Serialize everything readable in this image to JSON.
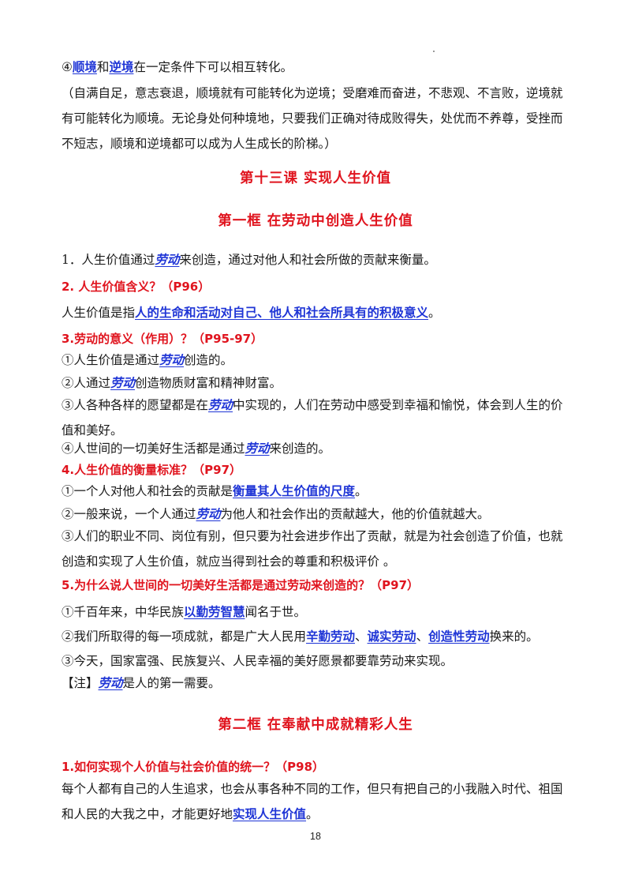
{
  "lines": {
    "l1": {
      "a": "④",
      "k1": "顺境",
      "b": "和",
      "k2": "逆境",
      "c": "在一定条件下可以相互转化。"
    },
    "l2": "（自满自足，意志衰退，顺境就有可能转化为逆境；受磨难而奋进，不悲观、不言败，逆境就有可能转化为顺境。无论身处何种境地，只要我们正确对待成败得失，处优而不养尊，受挫而不短志，顺境和逆境都可以成为人生成长的阶梯。）",
    "lesson_title": "第十三课  实现人生价值",
    "section1_title": "第一框   在劳动中创造人生价值",
    "p1": {
      "a": "1．人生价值通过",
      "k": "劳动",
      "b": "来创造，通过对他人和社会所做的贡献来衡量。"
    },
    "q2": "2. 人生价值含义？（P96）",
    "p2": {
      "a": "人生价值是指",
      "k": "人的生命和活动对自己、他人和社会所具有的积极意义",
      "b": "。"
    },
    "q3": "3.劳动的意义（作用）？（P95-97）",
    "p3a": {
      "a": "①人生价值是通过",
      "k": "劳动",
      "b": "创造的。"
    },
    "p3b": {
      "a": "②人通过",
      "k": "劳动",
      "b": "创造物质财富和精神财富。"
    },
    "p3c": {
      "a": "③人各种各样的愿望都是在",
      "k": "劳动",
      "b": "中实现的，人们在劳动中感受到幸福和愉悦，体会到人生的价值和美好。"
    },
    "p3d": {
      "a": "④人世间的一切美好生活都是通过",
      "k": "劳动",
      "b": "来创造的。"
    },
    "q4": "4.人生价值的衡量标准？（P97）",
    "p4a": {
      "a": "①一个人对他人和社会的贡献是",
      "k": "衡量其人生价值的尺度",
      "b": "。"
    },
    "p4b": {
      "a": "②一般来说，一个人通过",
      "k": "劳动",
      "b": "为他人和社会作出的贡献越大，他的价值就越大。"
    },
    "p4c": "③人们的职业不同、岗位有别，但只要为社会进步作出了贡献，就是为社会创造了价值，也就创造和实现了人生价值，就应当得到社会的尊重和积极评价 。",
    "q5": "5.为什么说人世间的一切美好生活都是通过劳动来创造的？（P97）",
    "p5a": {
      "a": "①千百年来，中华民族",
      "k": "以勤劳智慧",
      "b": "闻名于世。"
    },
    "p5b": {
      "a": "②我们所取得的每一项成就，都是广大人民用",
      "k1": "辛勤劳动",
      "s1": "、",
      "k2": "诚实劳动",
      "s2": "、",
      "k3": "创造性劳动",
      "b": "换来的。"
    },
    "p5c": "③今天，国家富强、民族复兴、人民幸福的美好愿景都要靠劳动来实现。",
    "note": {
      "a": "【注】",
      "k": "劳动",
      "b": "是人的第一需要。"
    },
    "section2_title": "第二框  在奉献中成就精彩人生",
    "q6": "1.如何实现个人价值与社会价值的统一？（P98）",
    "p6": {
      "a": "每个人都有自己的人生追求，也会从事各种不同的工作，但只有把自己的小我融入时代、祖国和人民的大我之中，才能更好地",
      "k": "实现人生价值",
      "b": "。"
    }
  },
  "page_number": "18"
}
